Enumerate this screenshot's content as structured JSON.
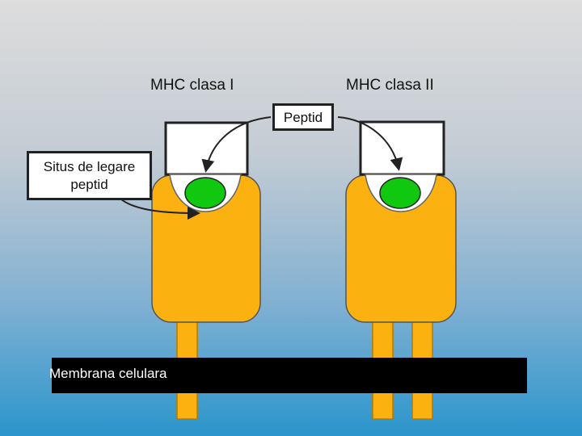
{
  "labels": {
    "mhc_class_1": "MHC clasa I",
    "mhc_class_2": "MHC clasa II",
    "peptide": "Peptid",
    "binding_site_line1": "Situs de legare",
    "binding_site_line2": "peptid",
    "membrane": "Membrana celulara"
  },
  "colors": {
    "protein": "#fbb10f",
    "peptide": "#10c810",
    "groove": "#ffffff",
    "membrane": "#000000"
  }
}
